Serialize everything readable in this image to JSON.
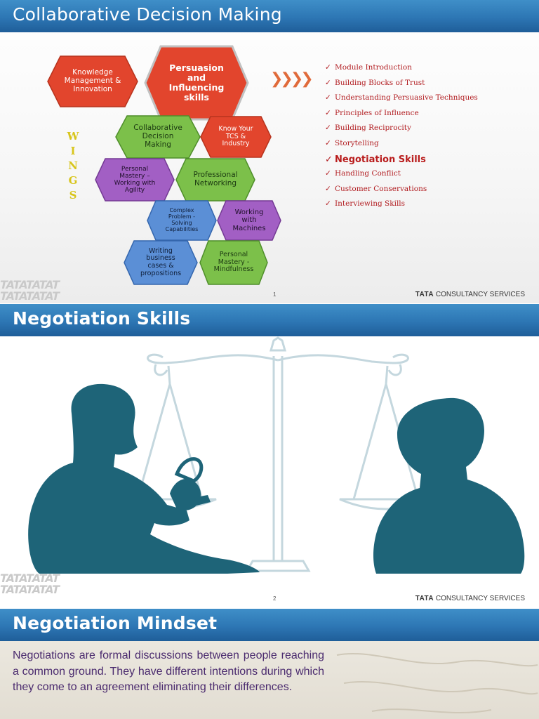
{
  "slides": [
    {
      "title": "Collaborative Decision Making",
      "page_number": "1",
      "footer_brand_bold": "TATA",
      "footer_brand_rest": " CONSULTANCY SERVICES",
      "wings_letters": [
        "W",
        "I",
        "N",
        "G",
        "S"
      ],
      "arrow_glyph": "❯❯❯❯",
      "hexagons": [
        {
          "label": "Knowledge\nManagement &\nInnovation",
          "color": "#e2452d"
        },
        {
          "label": "Persuasion\nand\nInfluencing\nskills",
          "color": "#e2452d"
        },
        {
          "label": "Collaborative\nDecision\nMaking",
          "color": "#7cc04a"
        },
        {
          "label": "Know Your\nTCS &\nIndustry",
          "color": "#e2452d"
        },
        {
          "label": "Personal\nMastery –\nWorking with\nAgility",
          "color": "#a25fc4"
        },
        {
          "label": "Professional\nNetworking",
          "color": "#7cc04a"
        },
        {
          "label": "Complex\nProblem -\nSolving\nCapabilities",
          "color": "#5b8fd6"
        },
        {
          "label": "Working\nwith\nMachines",
          "color": "#a25fc4"
        },
        {
          "label": "Writing\nbusiness\ncases &\npropositions",
          "color": "#5b8fd6"
        },
        {
          "label": "Personal\nMastery -\nMindfulness",
          "color": "#7cc04a"
        }
      ],
      "checklist": [
        "Module Introduction",
        "Building Blocks of Trust",
        "Understanding Persuasive Techniques",
        "Principles of Influence",
        "Building Reciprocity",
        "Storytelling",
        "Negotiation Skills",
        "Handling Conflict",
        "Customer Conservations",
        "Interviewing Skills"
      ],
      "highlighted_item": "Negotiation Skills"
    },
    {
      "title": "Negotiation Skills",
      "page_number": "2",
      "footer_brand_bold": "TATA",
      "footer_brand_rest": " CONSULTANCY SERVICES",
      "illustration": "scales-of-justice-with-two-negotiator-silhouettes"
    },
    {
      "title": "Negotiation Mindset",
      "body": "Negotiations are formal discussions between people reaching a common ground. They have different intentions during which they come to an agreement eliminating their differences."
    }
  ],
  "watermark_text": "TATATATAT",
  "colors": {
    "title_bar": "#2d76b4",
    "checklist_text": "#b21e22",
    "wings_letters": "#d8c51c",
    "silhouette": "#1e6478",
    "scale_outline": "#c4d7de",
    "body_text": "#4a2a6e"
  }
}
